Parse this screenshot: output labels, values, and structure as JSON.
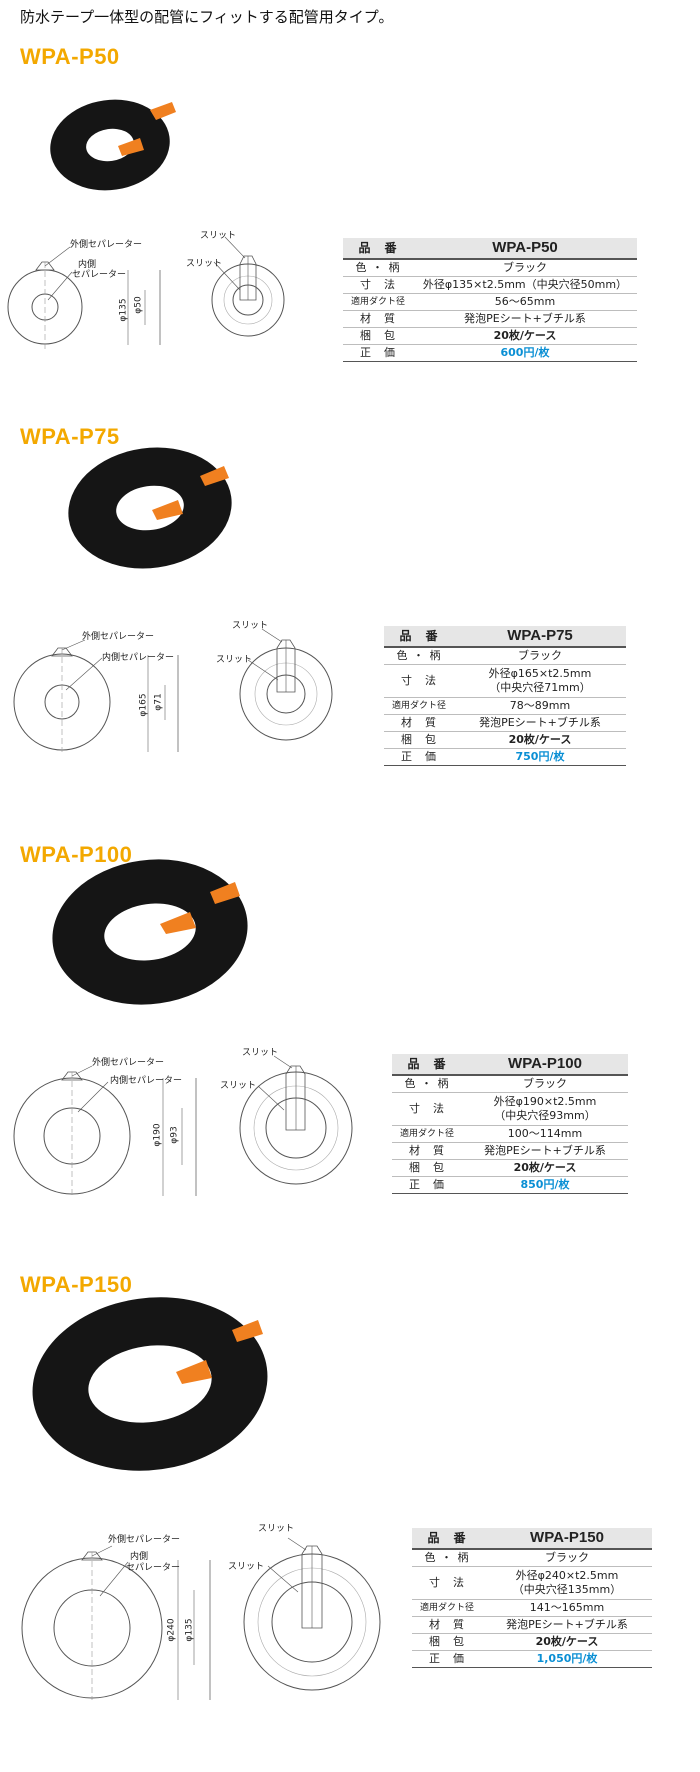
{
  "intro": "防水テープ一体型の配管にフィットする配管用タイプ。",
  "labels": {
    "outer_sep": "外側セパレーター",
    "inner_sep": "内側セパレーター",
    "inner_sep_l1": "内側",
    "inner_sep_l2": "セパレーター",
    "slit": "スリット"
  },
  "row_labels": {
    "model": "品　番",
    "color": "色 ・ 柄",
    "size": "寸　法",
    "duct": "適用ダクト径",
    "material": "材　質",
    "pack": "梱　包",
    "price": "正　価"
  },
  "colors": {
    "title": "#f3a800",
    "price": "#0a8fd4",
    "disc": "#151515",
    "tape": "#f08020"
  },
  "products": [
    {
      "model": "WPA-P50",
      "color": "ブラック",
      "size": "外径φ135×t2.5mm（中央穴径50mm）",
      "size_l1": "",
      "size_l2": "",
      "duct": "56〜65mm",
      "material": "発泡PEシート+ブチル系",
      "pack": "20枚/ケース",
      "price": "600円/枚",
      "dim_outer": "φ135",
      "dim_inner": "φ50"
    },
    {
      "model": "WPA-P75",
      "color": "ブラック",
      "size_l1": "外径φ165×t2.5mm",
      "size_l2": "（中央穴径71mm）",
      "duct": "78〜89mm",
      "material": "発泡PEシート+ブチル系",
      "pack": "20枚/ケース",
      "price": "750円/枚",
      "dim_outer": "φ165",
      "dim_inner": "φ71"
    },
    {
      "model": "WPA-P100",
      "color": "ブラック",
      "size_l1": "外径φ190×t2.5mm",
      "size_l2": "（中央穴径93mm）",
      "duct": "100〜114mm",
      "material": "発泡PEシート+ブチル系",
      "pack": "20枚/ケース",
      "price": "850円/枚",
      "dim_outer": "φ190",
      "dim_inner": "φ93"
    },
    {
      "model": "WPA-P150",
      "color": "ブラック",
      "size_l1": "外径φ240×t2.5mm",
      "size_l2": "（中央穴径135mm）",
      "duct": "141〜165mm",
      "material": "発泡PEシート+ブチル系",
      "pack": "20枚/ケース",
      "price": "1,050円/枚",
      "dim_outer": "φ240",
      "dim_inner": "φ135"
    }
  ]
}
